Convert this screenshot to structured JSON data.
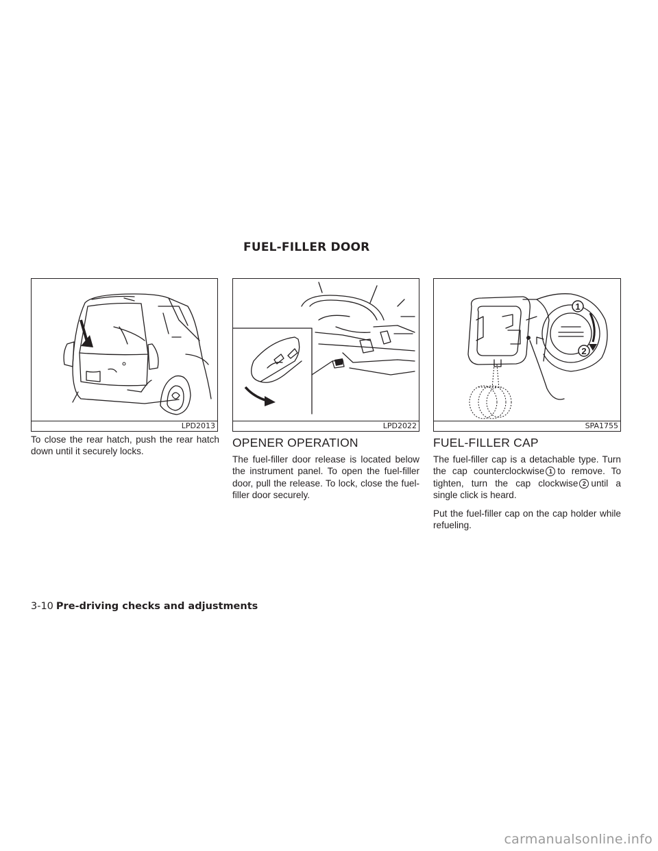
{
  "section_title": "FUEL-FILLER DOOR",
  "figures": [
    {
      "code": "LPD2013",
      "depicts": "rear-hatch-closing"
    },
    {
      "code": "LPD2022",
      "depicts": "fuel-door-release-lever"
    },
    {
      "code": "SPA1755",
      "depicts": "fuel-filler-cap",
      "callouts": [
        "1",
        "2"
      ]
    }
  ],
  "col1": {
    "paragraph": "To close the rear hatch, push the rear hatch down until it securely locks."
  },
  "col2": {
    "heading": "OPENER OPERATION",
    "paragraph": "The fuel-filler door release is located below the instrument panel. To open the fuel-filler door, pull the release. To lock, close the fuel-filler door securely."
  },
  "col3": {
    "heading": "FUEL-FILLER CAP",
    "p1_a": "The fuel-filler cap is a detachable type. Turn the cap counterclockwise",
    "p1_n1": "1",
    "p1_b": "to remove. To tighten, turn the cap clockwise",
    "p1_n2": "2",
    "p1_c": "until a single click is heard.",
    "p2": "Put the fuel-filler cap on the cap holder while refueling."
  },
  "footer": {
    "page_number": "3-10",
    "chapter": "Pre-driving checks and adjustments"
  },
  "watermark": "carmanualsonline.info"
}
